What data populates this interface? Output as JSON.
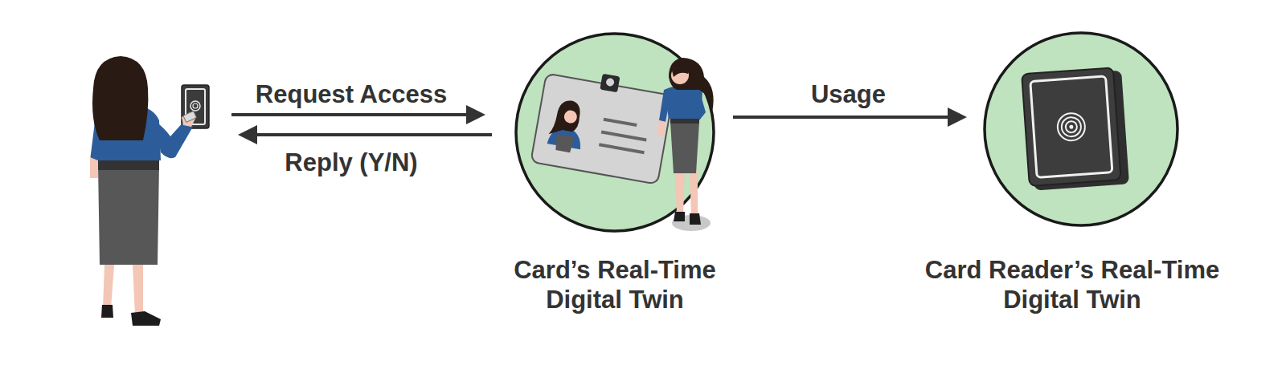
{
  "diagram": {
    "nodes": [
      {
        "text": [
          "Card’s Real-Time Digital Twin"
        ]
      },
      {
        "text": [
          "Card Reader’s Real-Time Digital Twin"
        ]
      }
    ],
    "edges": [
      {
        "from": 0,
        "to": 1,
        "label": "Usage",
        "arrow": "to"
      }
    ],
    "labels": [
      "Request Access",
      "Reply (Y/N)"
    ]
  }
}
